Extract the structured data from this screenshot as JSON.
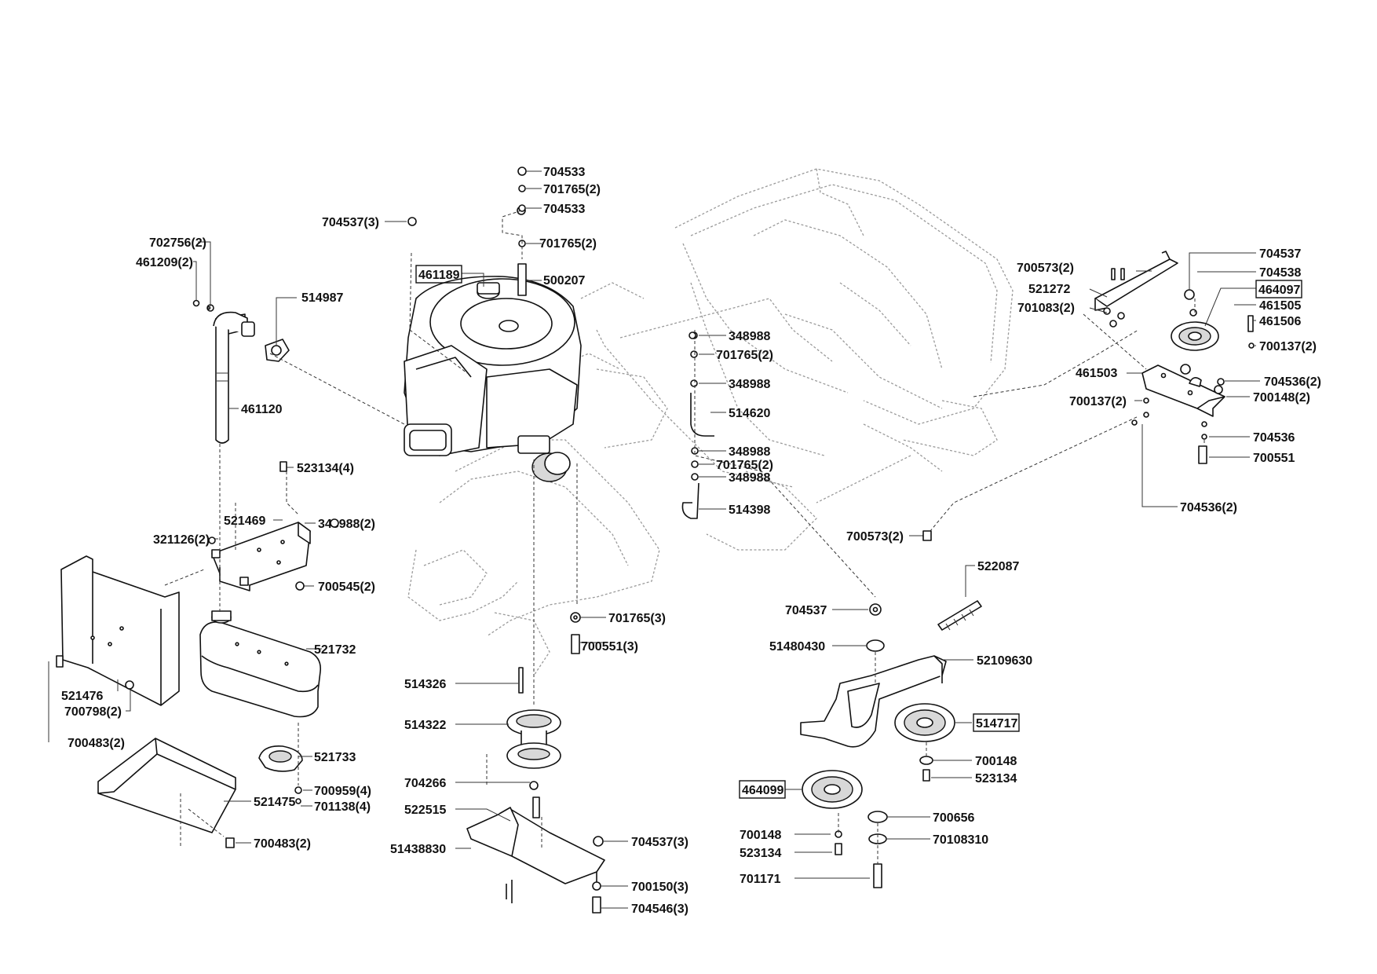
{
  "labels": {
    "p704533a": "704533",
    "p701765_2a": "701765(2)",
    "p704533b": "704533",
    "p704537_3a": "704537(3)",
    "p701765_2b": "701765(2)",
    "p461189": "461189",
    "p500207": "500207",
    "p702756_2": "702756(2)",
    "p461209_2": "461209(2)",
    "p514987": "514987",
    "p461120": "461120",
    "p348988a": "348988",
    "p701765_2c": "701765(2)",
    "p348988b": "348988",
    "p514620": "514620",
    "p348988c": "348988",
    "p701765_2d": "701765(2)",
    "p348988d": "348988",
    "p514398": "514398",
    "p523134_4": "523134(4)",
    "p521469": "521469",
    "p348988_2": "348988(2)",
    "p321126_2": "321126(2)",
    "p700545_2": "700545(2)",
    "p700573_2a": "700573(2)",
    "p521272": "521272",
    "p701083_2": "701083(2)",
    "p704537a": "704537",
    "p704538": "704538",
    "p464097": "464097",
    "p461505": "461505",
    "p461506": "461506",
    "p700137_2a": "700137(2)",
    "p461503": "461503",
    "p704536_2a": "704536(2)",
    "p700137_2b": "700137(2)",
    "p700148_2": "700148(2)",
    "p704536": "704536",
    "p700551": "700551",
    "p704536_2b": "704536(2)",
    "p700573_2b": "700573(2)",
    "p522087": "522087",
    "p704537b": "704537",
    "p51480430": "51480430",
    "p52109630": "52109630",
    "p514717": "514717",
    "p700148a": "700148",
    "p523134a": "523134",
    "p464099": "464099",
    "p700656": "700656",
    "p700148b": "700148",
    "p70108310": "70108310",
    "p523134b": "523134",
    "p701171": "701171",
    "p701765_3": "701765(3)",
    "p700551_3": "700551(3)",
    "p514326": "514326",
    "p514322": "514322",
    "p704266": "704266",
    "p522515": "522515",
    "p51438830": "51438830",
    "p704537_3b": "704537(3)",
    "p700150_3": "700150(3)",
    "p704546_3": "704546(3)",
    "p521732": "521732",
    "p521476": "521476",
    "p700798_2": "700798(2)",
    "p700483_2a": "700483(2)",
    "p521733": "521733",
    "p700959_4": "700959(4)",
    "p701138_4": "701138(4)",
    "p521475": "521475",
    "p700483_2b": "700483(2)"
  }
}
